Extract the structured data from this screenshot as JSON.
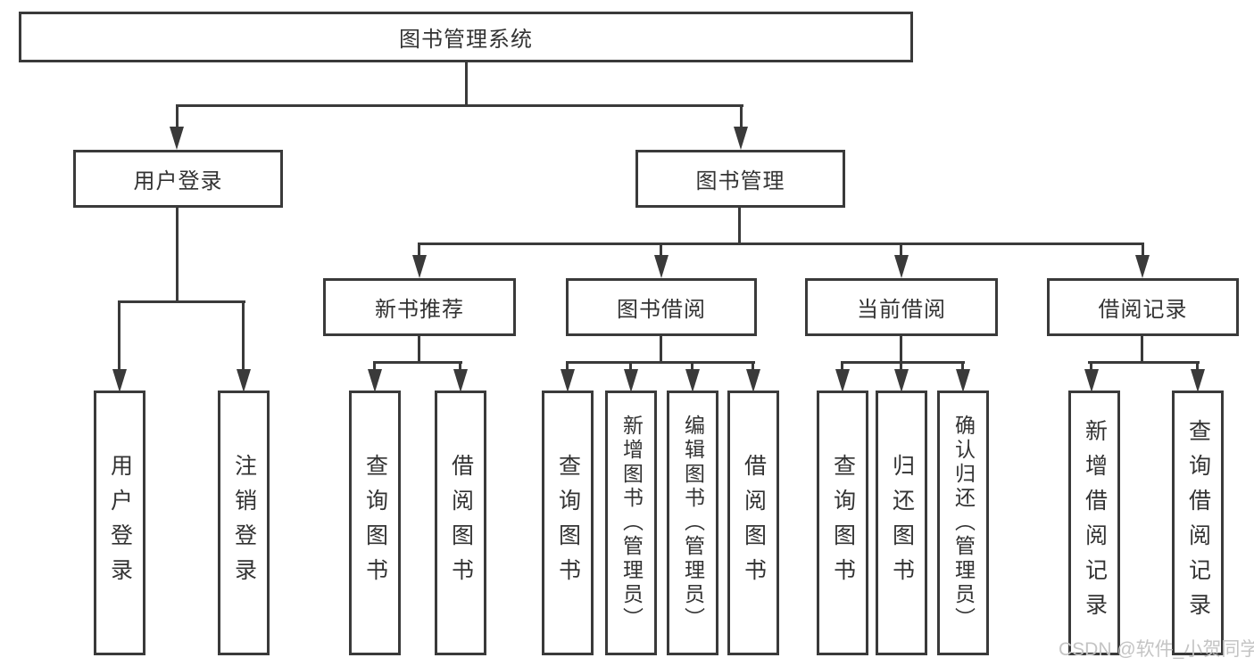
{
  "tree": {
    "label": "图书管理系统",
    "children": [
      {
        "label": "用户登录",
        "children": [
          {
            "label": "用户登录"
          },
          {
            "label": "注销登录"
          }
        ]
      },
      {
        "label": "图书管理",
        "children": [
          {
            "label": "新书推荐",
            "children": [
              {
                "label": "查询图书"
              },
              {
                "label": "借阅图书"
              }
            ]
          },
          {
            "label": "图书借阅",
            "children": [
              {
                "label": "查询图书"
              },
              {
                "label": "新增图书（管理员）"
              },
              {
                "label": "编辑图书（管理员）"
              },
              {
                "label": "借阅图书"
              }
            ]
          },
          {
            "label": "当前借阅",
            "children": [
              {
                "label": "查询图书"
              },
              {
                "label": "归还图书"
              },
              {
                "label": "确认归还（管理员）"
              }
            ]
          },
          {
            "label": "借阅记录",
            "children": [
              {
                "label": "新增借阅记录"
              },
              {
                "label": "查询借阅记录"
              }
            ]
          }
        ]
      }
    ]
  },
  "watermark": "CSDN @软件_小贺同学",
  "colors": {
    "line": "#3a3a3a",
    "text": "#333333",
    "watermark": "#c4c4c4",
    "background": "#ffffff"
  }
}
